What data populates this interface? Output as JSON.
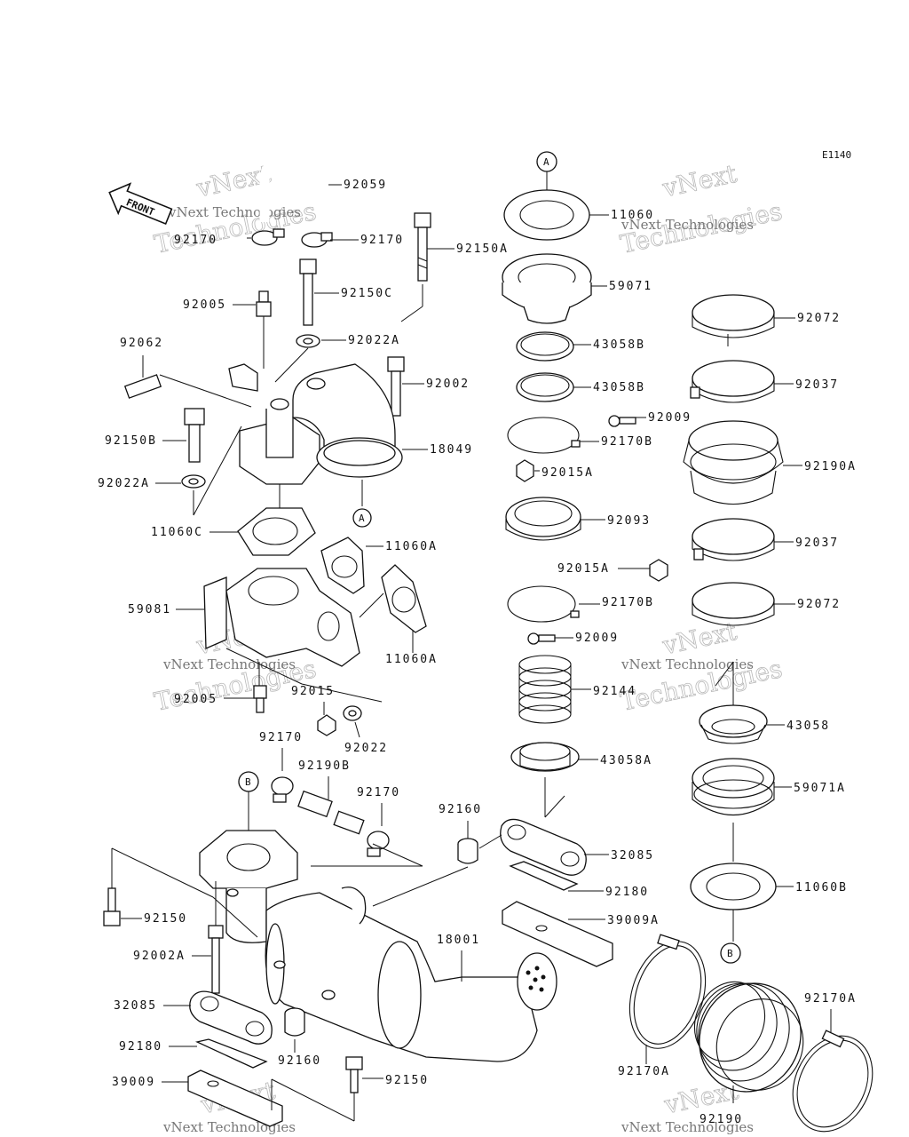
{
  "diagram_code": "E1140",
  "front_label": "FRONT",
  "callouts": {
    "A_top": "A",
    "A_mid": "A",
    "B_left": "B",
    "B_right": "B"
  },
  "watermark": {
    "line1": "vNext",
    "line2": "Technologies",
    "small": "vNext Technologies"
  },
  "parts": {
    "p92059": "92059",
    "p92170_l": "92170",
    "p92170_m": "92170",
    "p92150A": "92150A",
    "p92150C": "92150C",
    "p92005_t": "92005",
    "p92022A_t": "92022A",
    "p92062": "92062",
    "p92002_t": "92002",
    "p92150B": "92150B",
    "p18049": "18049",
    "p92022A_l": "92022A",
    "p11060C": "11060C",
    "p11060A_t": "11060A",
    "p59081": "59081",
    "p11060A_b": "11060A",
    "p92005_b": "92005",
    "p92015": "92015",
    "p92022": "92022",
    "p92170_a": "92170",
    "p92190B": "92190B",
    "p92170_b": "92170",
    "p92150_t": "92150",
    "p92002A": "92002A",
    "p32085_l": "32085",
    "p92180_l": "92180",
    "p39009": "39009",
    "p92160_l": "92160",
    "p92150_b": "92150",
    "p18001": "18001",
    "p92160_r": "92160",
    "p32085_r": "32085",
    "p92180_r": "92180",
    "p39009A": "39009A",
    "p11060": "11060",
    "p59071": "59071",
    "p43058B_1": "43058B",
    "p43058B_2": "43058B",
    "p92170B_1": "92170B",
    "p92015A_1": "92015A",
    "p92093": "92093",
    "p92015A_2": "92015A",
    "p92170B_2": "92170B",
    "p92009_l": "92009",
    "p92144": "92144",
    "p43058A": "43058A",
    "p92072_t": "92072",
    "p92037_t": "92037",
    "p92009_r": "92009",
    "p92190A": "92190A",
    "p92037_b": "92037",
    "p92072_b": "92072",
    "p43058": "43058",
    "p59071A": "59071A",
    "p11060B": "11060B",
    "p92170A_l": "92170A",
    "p92190": "92190",
    "p92170A_r": "92170A"
  }
}
